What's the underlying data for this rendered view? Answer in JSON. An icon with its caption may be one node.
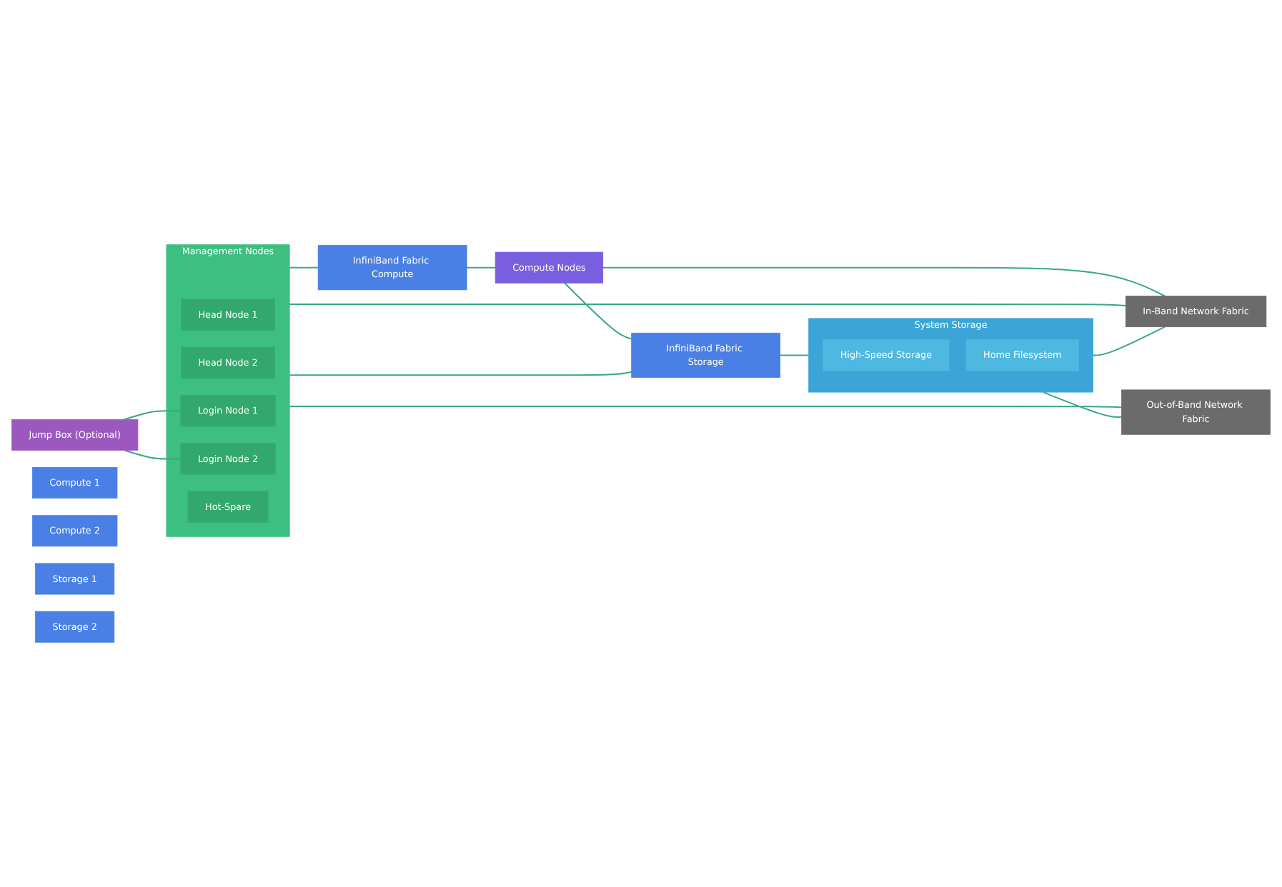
{
  "diagram": {
    "nodes": [
      {
        "text": [
          "Management Nodes"
        ]
      },
      {
        "text": [
          "Head Node 1"
        ],
        "in": 0
      },
      {
        "text": [
          "Head Node 2"
        ],
        "in": 0
      },
      {
        "text": [
          "Login Node 1"
        ],
        "in": 0
      },
      {
        "text": [
          "Login Node 2"
        ],
        "in": 0
      },
      {
        "text": [
          "Hot-Spare"
        ],
        "in": 0
      },
      {
        "text": [
          "Jump Box (Optional)"
        ]
      },
      {
        "text": [
          "InfiniBand Fabric Compute"
        ]
      },
      {
        "text": [
          "Compute 1"
        ]
      },
      {
        "text": [
          "Compute 2"
        ]
      },
      {
        "text": [
          "Compute Nodes"
        ]
      },
      {
        "text": [
          "InfiniBand Fabric Storage"
        ]
      },
      {
        "text": [
          "Storage 1"
        ]
      },
      {
        "text": [
          "Storage 2"
        ]
      },
      {
        "text": [
          "System Storage"
        ]
      },
      {
        "text": [
          "High-Speed Storage"
        ],
        "in": 14
      },
      {
        "text": [
          "Home Filesystem"
        ],
        "in": 14
      },
      {
        "text": [
          "In-Band Network Fabric"
        ]
      },
      {
        "text": [
          "Out-of-Band Network Fabric"
        ]
      }
    ],
    "edges": [
      {
        "from": 6,
        "to": 3,
        "arrow": "none"
      },
      {
        "from": 6,
        "to": 4,
        "arrow": "none"
      },
      {
        "from": 0,
        "to": 7,
        "arrow": "none"
      },
      {
        "from": 7,
        "to": 10,
        "arrow": "none"
      },
      {
        "from": 10,
        "to": 11,
        "arrow": "none"
      },
      {
        "from": 11,
        "to": 14,
        "arrow": "none"
      },
      {
        "from": 0,
        "to": 11,
        "arrow": "none"
      },
      {
        "from": 0,
        "to": 17,
        "arrow": "none"
      },
      {
        "from": 10,
        "to": 17,
        "arrow": "none"
      },
      {
        "from": 14,
        "to": 17,
        "arrow": "none"
      },
      {
        "from": 0,
        "to": 18,
        "arrow": "none"
      },
      {
        "from": 14,
        "to": 18,
        "arrow": "none"
      }
    ]
  }
}
